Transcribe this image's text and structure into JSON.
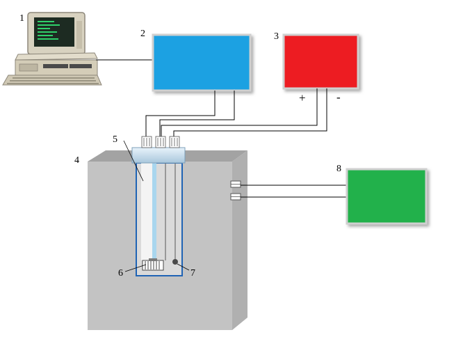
{
  "labels": {
    "computer": "1",
    "box_blue": "2",
    "box_red": "3",
    "tank": "4",
    "tube": "5",
    "sample": "6",
    "probe": "7",
    "box_green": "8"
  },
  "polarity": {
    "plus": "+",
    "minus": "-"
  },
  "colors": {
    "blue_box": "#1ba1e2",
    "red_box": "#ed1c24",
    "green_box": "#22b14c",
    "tank_front": "#c3c3c3",
    "tank_side": "#aaaaaa",
    "tube_outline": "#1f63b5"
  }
}
